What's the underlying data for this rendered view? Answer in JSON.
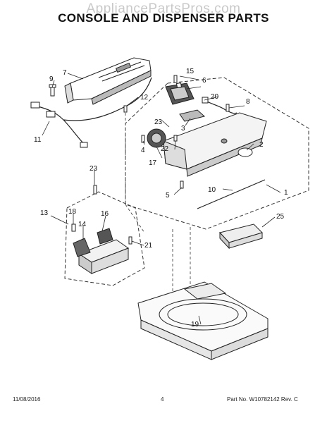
{
  "watermark": "AppliancePartsPros.com",
  "title": "CONSOLE AND DISPENSER PARTS",
  "callouts": {
    "c1": "1",
    "c2": "2",
    "c3": "3",
    "c4": "4",
    "c5": "5",
    "c6": "6",
    "c7": "7",
    "c8": "8",
    "c9": "9",
    "c10": "10",
    "c11": "11",
    "c12": "12",
    "c13": "13",
    "c14": "14",
    "c15": "15",
    "c16": "16",
    "c17": "17",
    "c18": "18",
    "c19": "19",
    "c20": "20",
    "c21": "21",
    "c22": "22",
    "c23a": "23",
    "c23b": "23",
    "c25": "25"
  },
  "footer": {
    "date": "11/08/2016",
    "page": "4",
    "part_no": "Part No.  W10782142  Rev.  C"
  }
}
